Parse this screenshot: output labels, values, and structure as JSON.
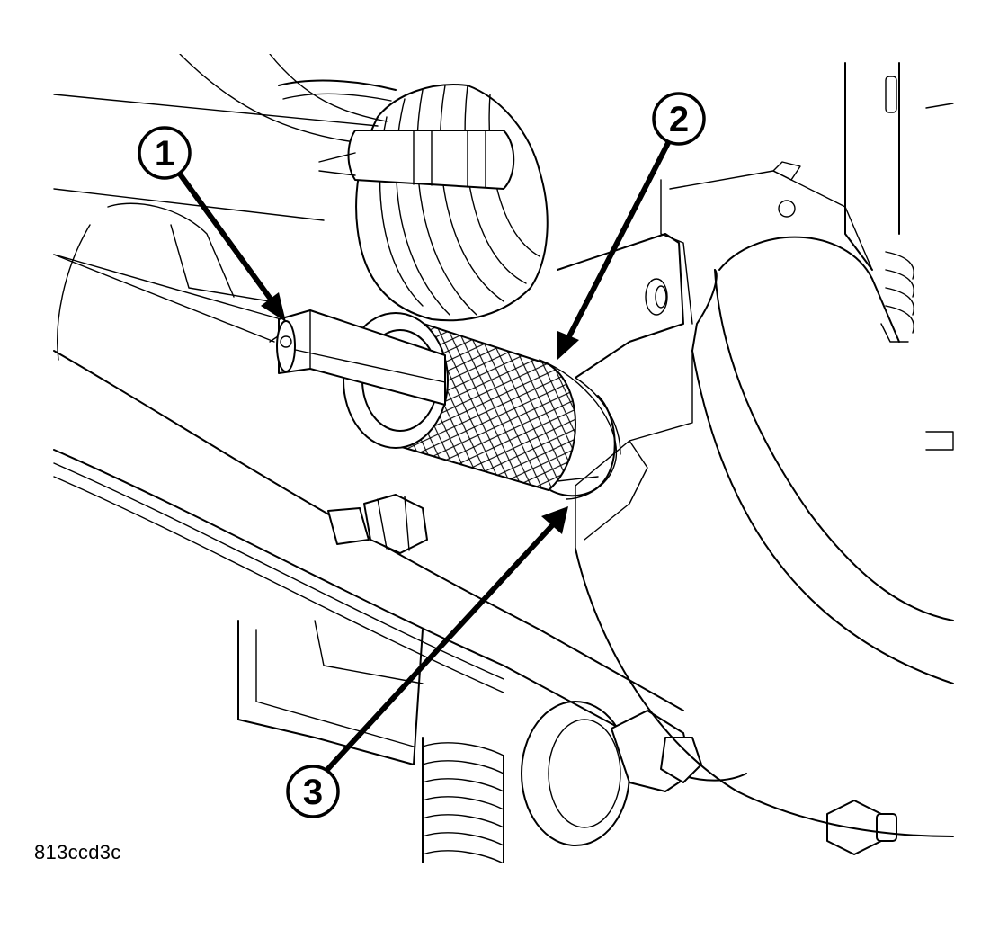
{
  "figure": {
    "image_code": "813ccd3c",
    "callouts": [
      {
        "number": "1"
      },
      {
        "number": "2"
      },
      {
        "number": "3"
      }
    ]
  },
  "colors": {
    "ink": "#000000",
    "paper": "#ffffff"
  }
}
